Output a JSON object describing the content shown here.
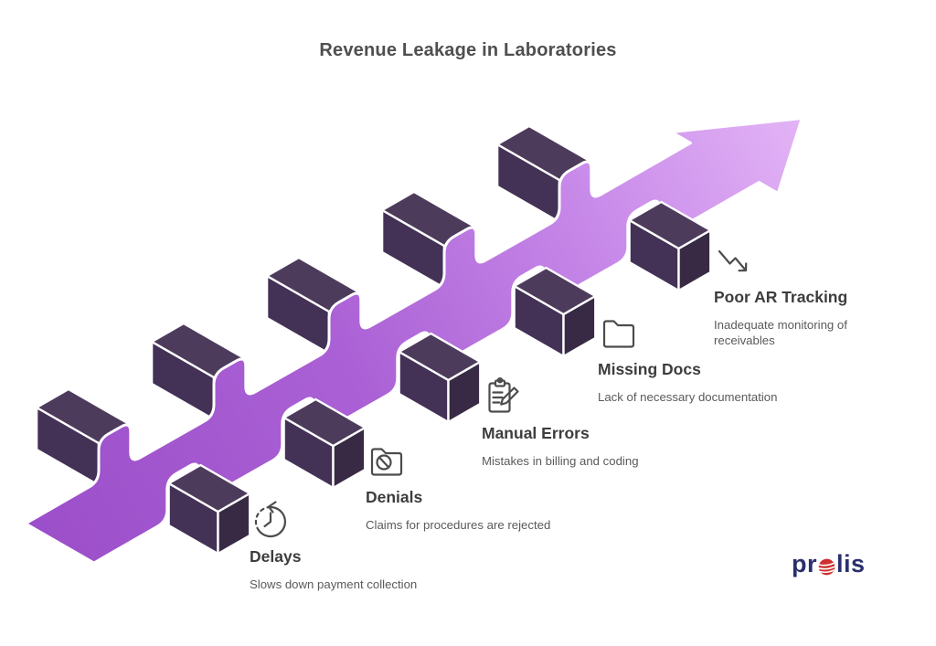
{
  "title": "Revenue Leakage in Laboratories",
  "diagram": {
    "description": "Purple ribbon arrow weaving over five dark hurdle bars, rising toward the upper right",
    "hurdle_count": 5,
    "flow_direction": "bottom-left to top-right"
  },
  "stages": [
    {
      "label": "Delays",
      "description": "Slows down payment collection",
      "icon": "history-clock-icon"
    },
    {
      "label": "Denials",
      "description": "Claims for procedures are rejected",
      "icon": "folder-denied-icon"
    },
    {
      "label": "Manual Errors",
      "description": "Mistakes in billing and coding",
      "icon": "clipboard-pencil-icon"
    },
    {
      "label": "Missing Docs",
      "description": "Lack of necessary documentation",
      "icon": "folder-icon"
    },
    {
      "label": "Poor AR Tracking",
      "description": "Inadequate monitoring of receivables",
      "icon": "trend-down-icon"
    }
  ],
  "logo": {
    "name": "prolis",
    "prefix": "pr",
    "suffix": "lis"
  },
  "palette": {
    "background": "#ffffff",
    "ribbon_start": "#9b4ec9",
    "ribbon_mid1": "#ab61d5",
    "ribbon_mid2": "#c687e8",
    "ribbon_end": "#e3b4f6",
    "bar_top": "#4d3b5c",
    "bar_front": "#433156",
    "bar_end": "#382a44",
    "outline": "#ffffff",
    "title_text": "#4f4f4f",
    "heading_text": "#3d3d3d",
    "body_text": "#5a5a5a",
    "icon_stroke": "#4c4c4c",
    "logo_navy": "#2b2f6e",
    "logo_red": "#cf2f2f"
  }
}
